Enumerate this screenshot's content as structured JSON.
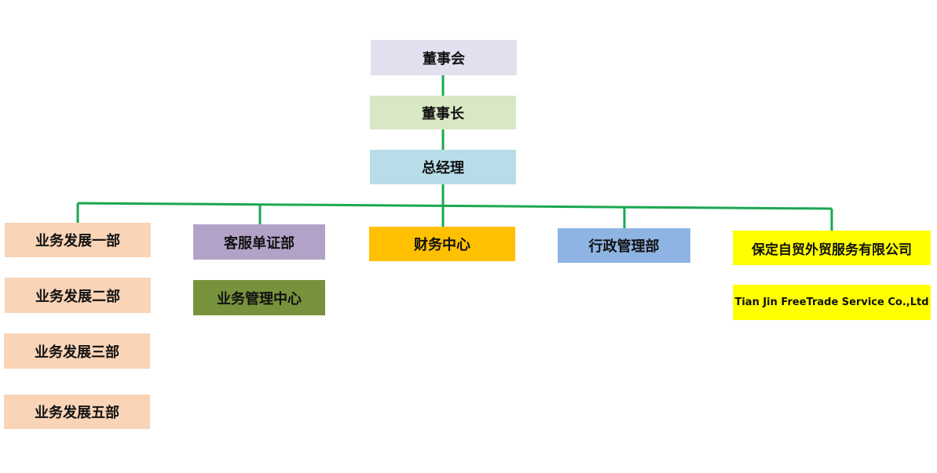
{
  "colors": {
    "connector": "#1aa84f",
    "board": "#e2dfef",
    "chairman": "#d9e8c4",
    "gm": "#b7dde8",
    "business_dev": "#f9d4b7",
    "customer_service": "#b3a2c8",
    "business_mgmt": "#77923c",
    "finance": "#ffc000",
    "admin": "#8eb4e3",
    "subsidiary": "#ffff00"
  },
  "nodes": {
    "board": "董事会",
    "chairman": "董事长",
    "general_manager": "总经理",
    "business_dev_1": "业务发展一部",
    "business_dev_2": "业务发展二部",
    "business_dev_3": "业务发展三部",
    "business_dev_5": "业务发展五部",
    "customer_service": "客服单证部",
    "business_mgmt_center": "业务管理中心",
    "finance_center": "财务中心",
    "admin_dept": "行政管理部",
    "subsidiary_cn": "保定自贸外贸服务有限公司",
    "subsidiary_en": "Tian Jin FreeTrade Service Co.,Ltd"
  }
}
